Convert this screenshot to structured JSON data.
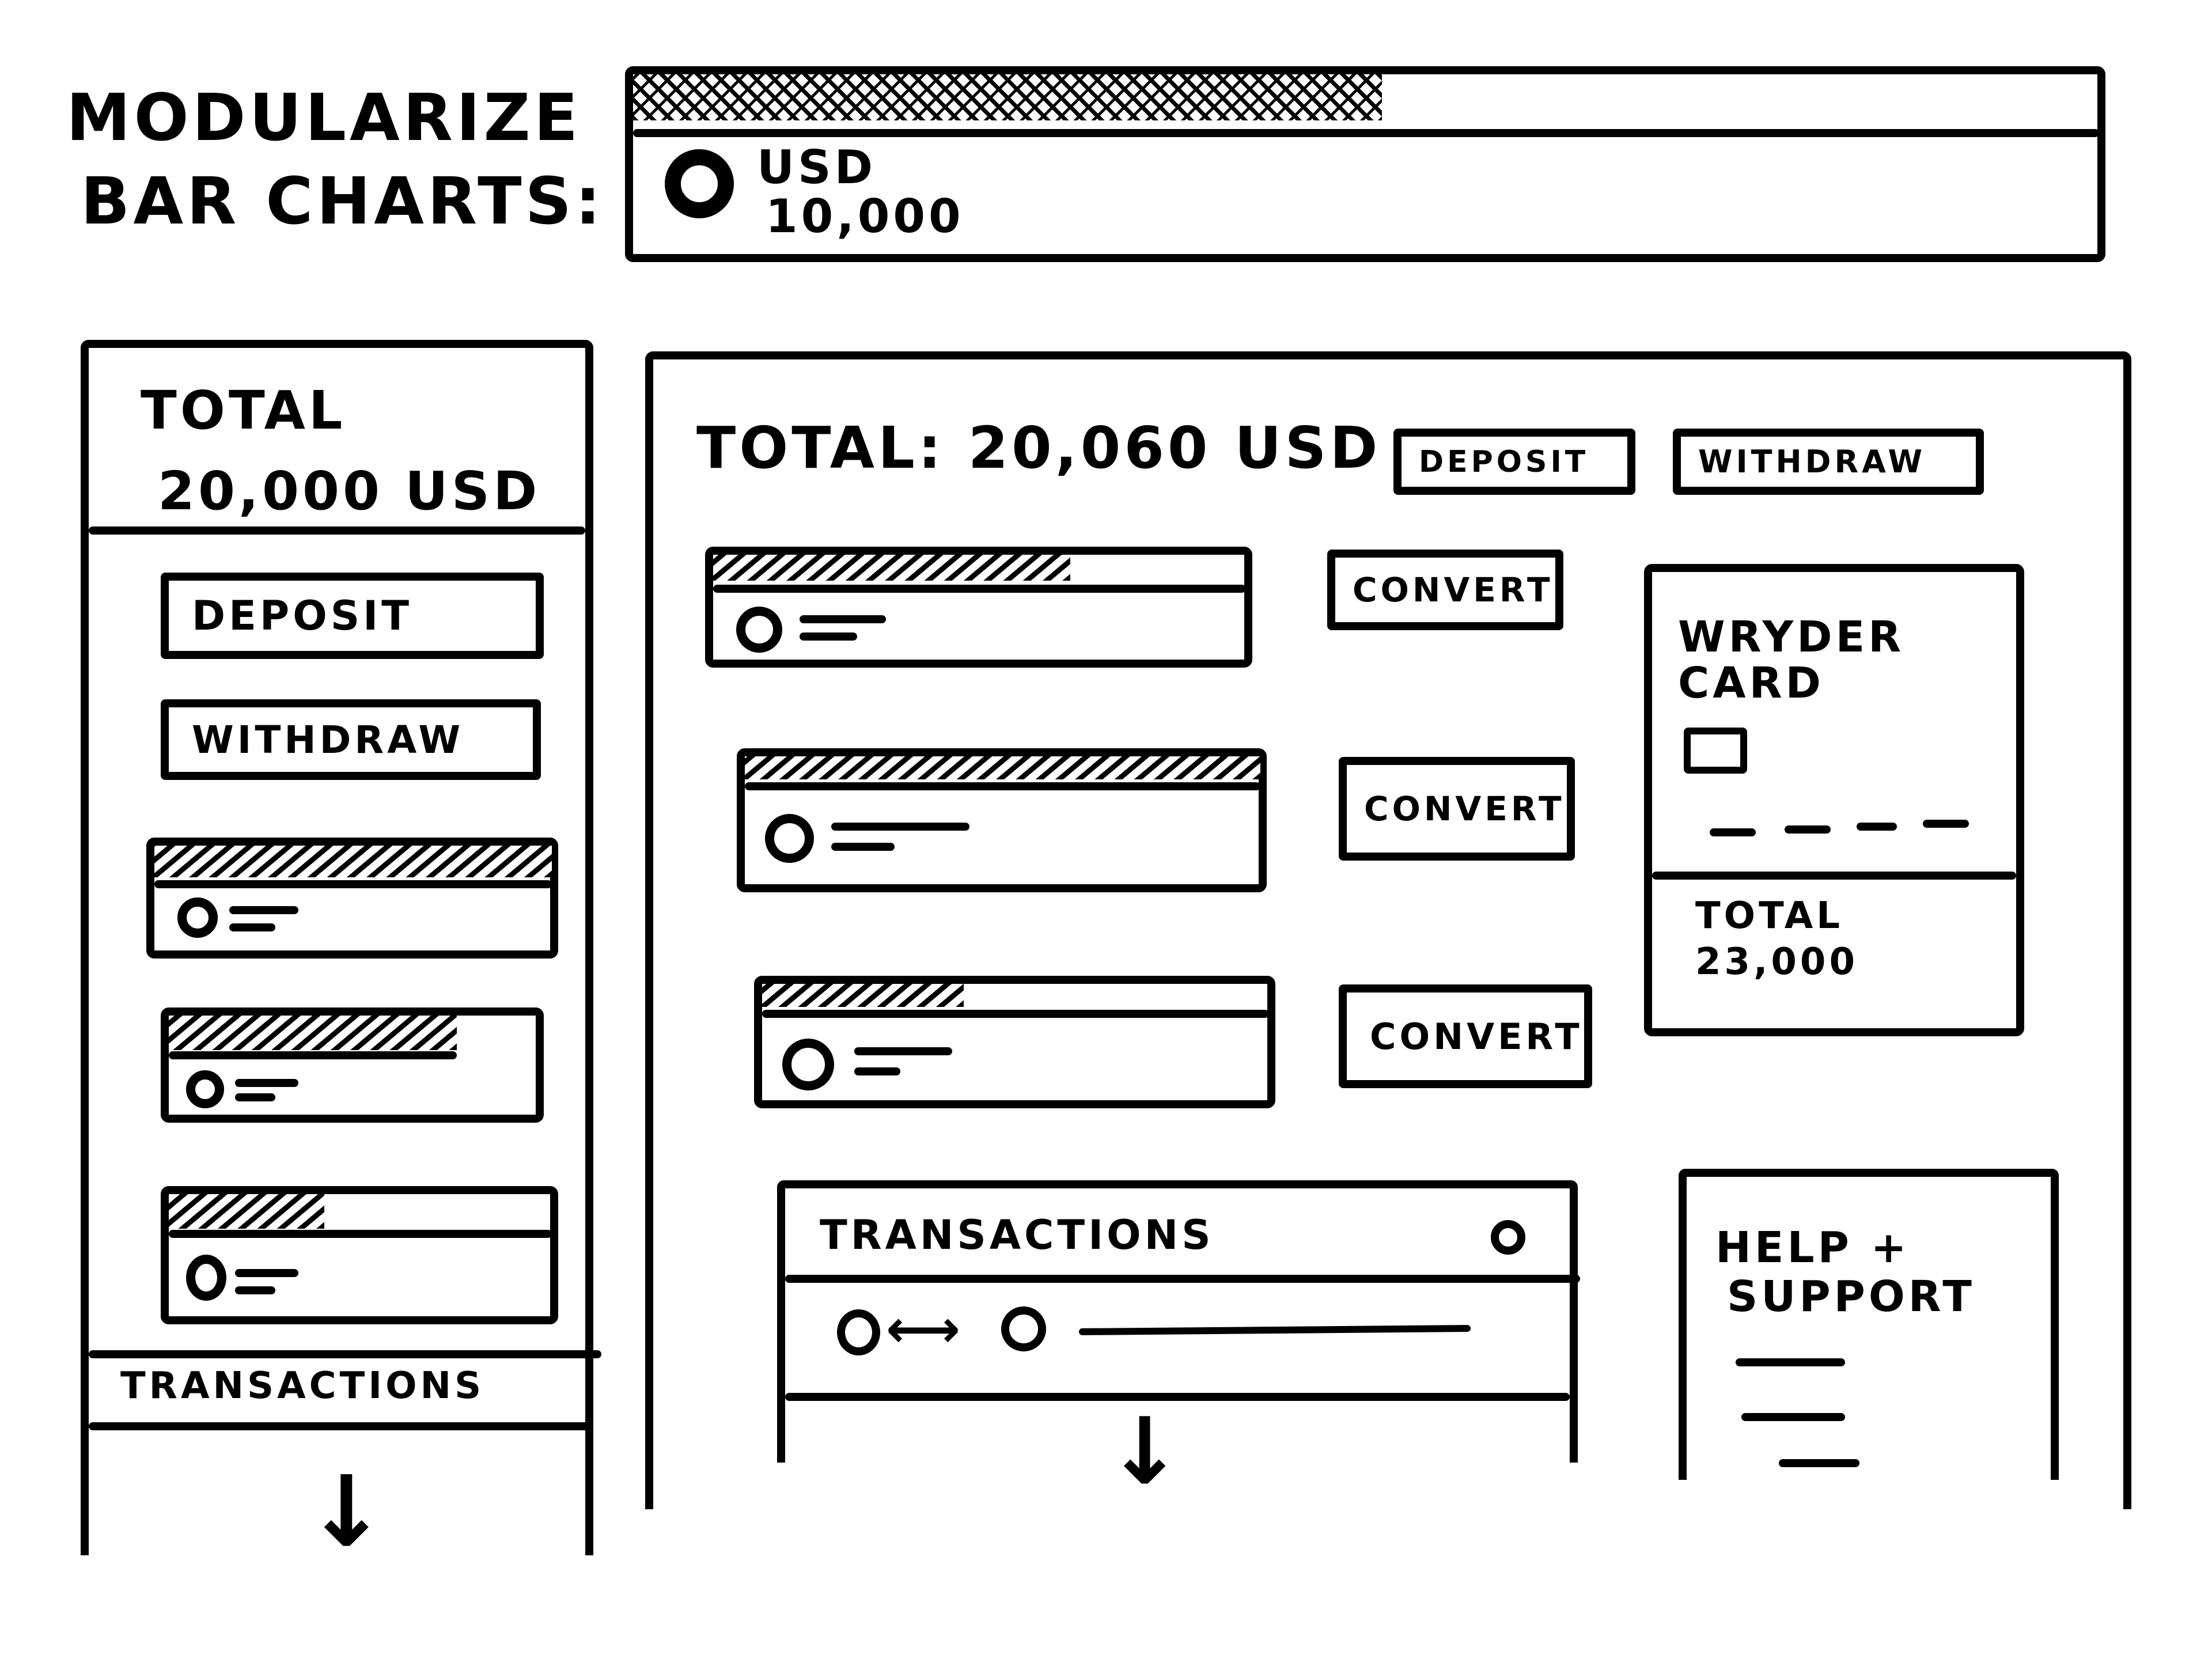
{
  "heading": {
    "line1": "MODULARIZE",
    "line2": "BAR CHARTS:"
  },
  "top_card": {
    "currency": "USD",
    "amount": "10,000"
  },
  "sidebar": {
    "total_label": "TOTAL",
    "total_value": "20,000 USD",
    "deposit_label": "DEPOSIT",
    "withdraw_label": "WITHDRAW",
    "transactions_label": "TRANSACTIONS"
  },
  "main": {
    "total_text": "TOTAL: 20,060 USD",
    "deposit_label": "DEPOSIT",
    "withdraw_label": "WITHDRAW",
    "convert_labels": [
      "CONVERT",
      "CONVERT",
      "CONVERT"
    ],
    "card": {
      "title_line1": "WRYDER",
      "title_line2": "CARD",
      "total_label": "TOTAL",
      "total_value": "23,000"
    },
    "transactions_label": "TRANSACTIONS",
    "help_line1": "HELP +",
    "help_line2": "SUPPORT"
  },
  "icons": {
    "arrow_down": "↓",
    "swap_arrow": "⟷"
  }
}
